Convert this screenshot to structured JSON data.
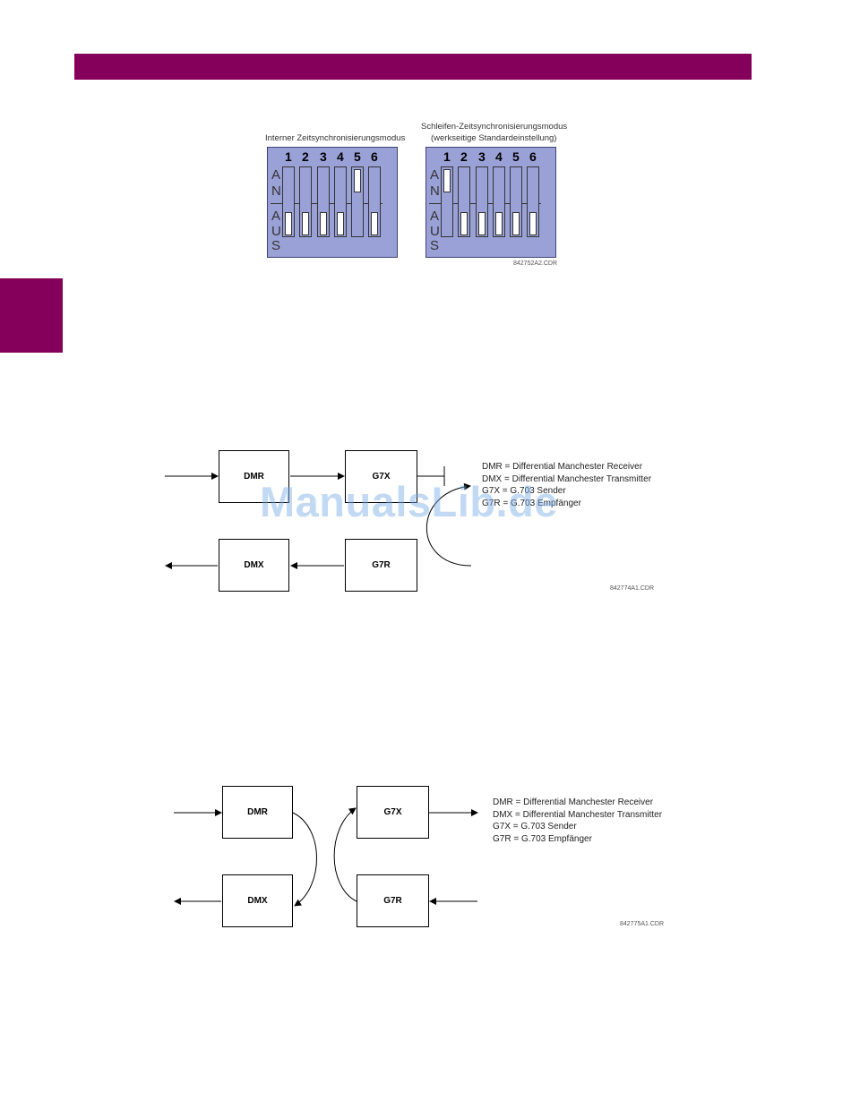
{
  "header": {
    "bar_color": "#85005a"
  },
  "dip_figure": {
    "left_title": "Interner Zeitsynchronisierungsmodus",
    "right_title_line1": "Schleifen-Zeitsynchronisierungsmodus",
    "right_title_line2": "(werkseitige Standardeinstellung)",
    "switch_numbers": [
      "1",
      "2",
      "3",
      "4",
      "5",
      "6"
    ],
    "on_letters": [
      "A",
      "N"
    ],
    "off_letters": [
      "A",
      "U",
      "S"
    ],
    "left_states": [
      "off",
      "off",
      "off",
      "off",
      "on",
      "off"
    ],
    "right_states": [
      "on",
      "off",
      "off",
      "off",
      "off",
      "off"
    ],
    "code": "842752A2.CDR",
    "box_color": "#9aa1d6"
  },
  "diagram1": {
    "blocks": {
      "dmr": "DMR",
      "g7x": "G7X",
      "dmx": "DMX",
      "g7r": "G7R"
    },
    "legend": [
      "DMR = Differential Manchester Receiver",
      "DMX = Differential Manchester Transmitter",
      "G7X = G.703 Sender",
      "G7R = G.703 Empfänger"
    ],
    "code": "842774A1.CDR"
  },
  "diagram2": {
    "blocks": {
      "dmr": "DMR",
      "g7x": "G7X",
      "dmx": "DMX",
      "g7r": "G7R"
    },
    "legend": [
      "DMR = Differential Manchester Receiver",
      "DMX = Differential Manchester Transmitter",
      "G7X = G.703 Sender",
      "G7R = G.703 Empfänger"
    ],
    "code": "842775A1.CDR"
  },
  "watermark": "ManualsLib.de"
}
